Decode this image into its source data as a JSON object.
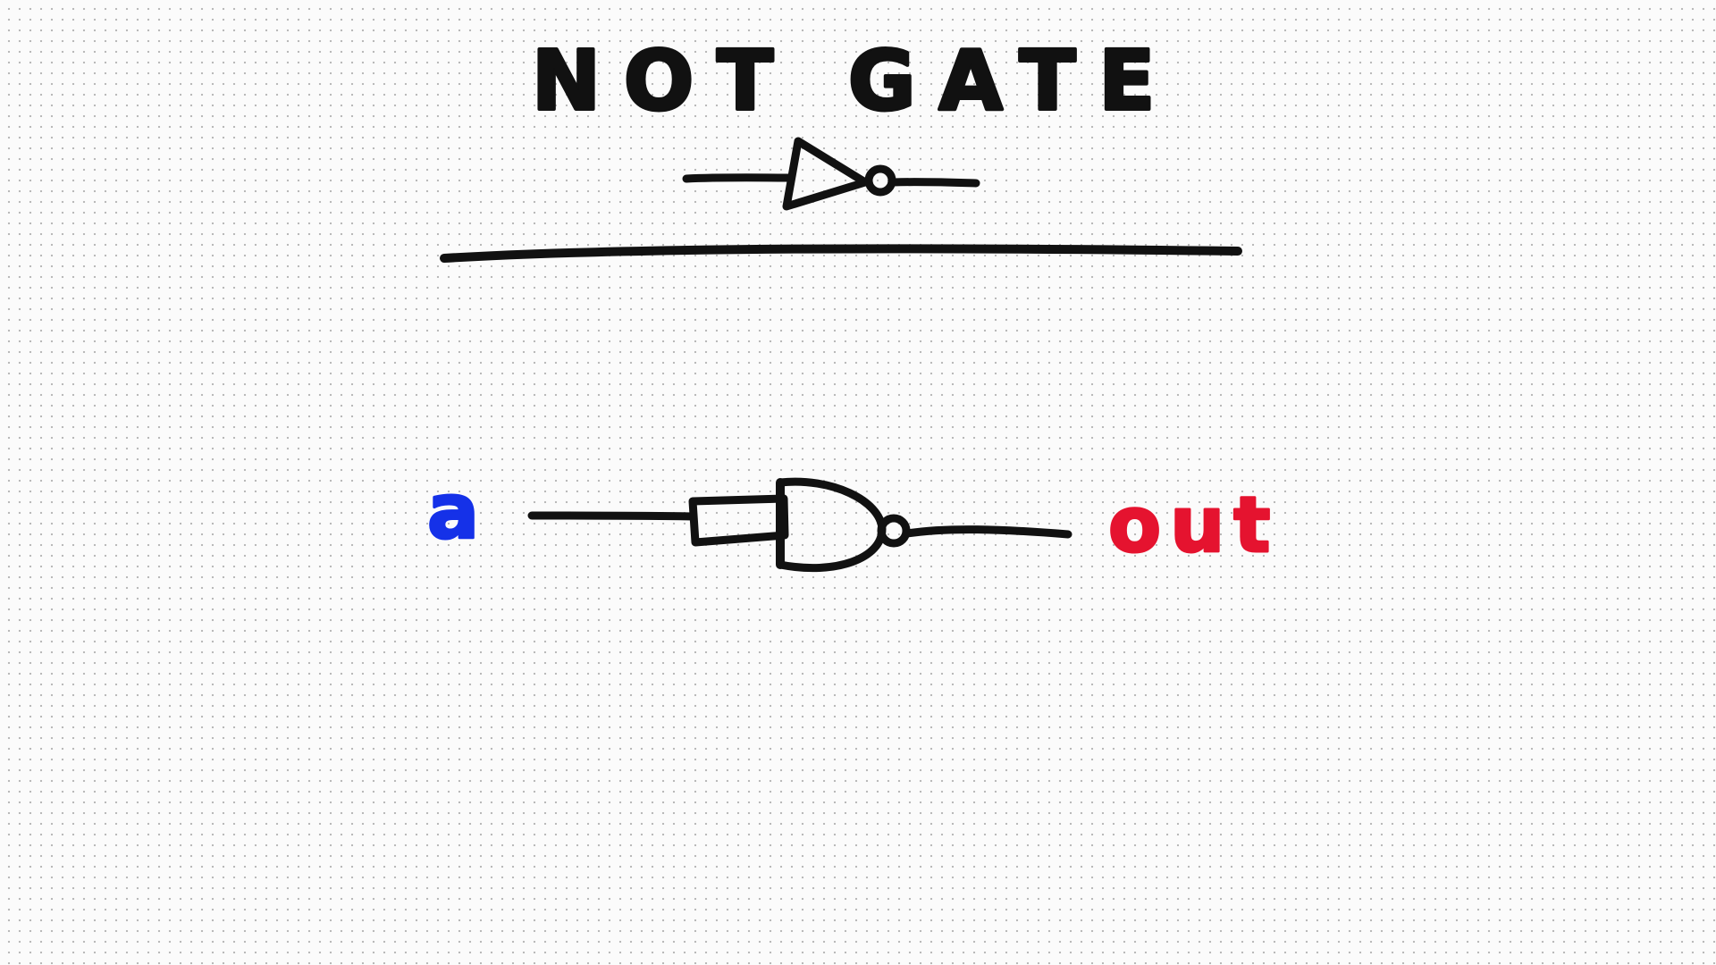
{
  "title": "NOT GATE",
  "labels": {
    "input": "a",
    "output": "out"
  },
  "colors": {
    "ink": "#111111",
    "input": "#1531e8",
    "output": "#e5132f",
    "background": "#fbfbfb",
    "grid_dot": "#b9b9b9"
  }
}
